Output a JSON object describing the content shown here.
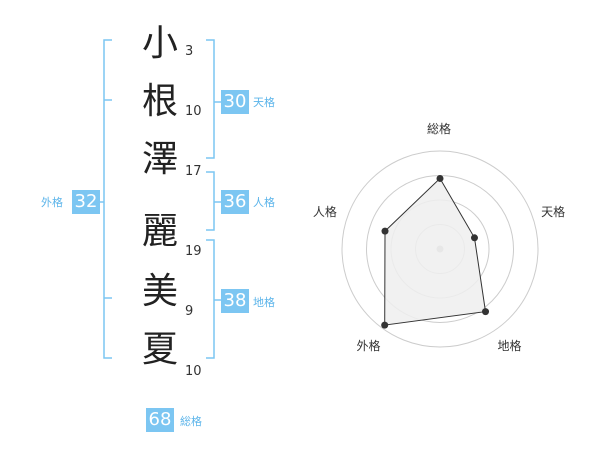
{
  "name": {
    "chars": [
      {
        "char": "小",
        "strokes": "3"
      },
      {
        "char": "根",
        "strokes": "10"
      },
      {
        "char": "澤",
        "strokes": "17"
      },
      {
        "char": "麗",
        "strokes": "19"
      },
      {
        "char": "美",
        "strokes": "9"
      },
      {
        "char": "夏",
        "strokes": "10"
      }
    ]
  },
  "fortunes": {
    "tenkaku": {
      "value": "30",
      "label": "天格"
    },
    "jinkaku": {
      "value": "36",
      "label": "人格"
    },
    "chikaku": {
      "value": "38",
      "label": "地格"
    },
    "gaikaku": {
      "value": "32",
      "label": "外格"
    },
    "soukaku": {
      "value": "68",
      "label": "総格"
    }
  },
  "chart_data": {
    "type": "radar",
    "axes": [
      "総格",
      "天格",
      "地格",
      "外格",
      "人格"
    ],
    "values": [
      0.72,
      0.37,
      0.79,
      0.96,
      0.59
    ],
    "max": 1,
    "rings": 4,
    "colors": {
      "fill": "#eeeeee",
      "stroke": "#333333",
      "ring": "#cccccc",
      "center": "#bbbbbb"
    }
  },
  "colors": {
    "accent": "#7cc6f2",
    "bracket": "#7cc6f2"
  }
}
